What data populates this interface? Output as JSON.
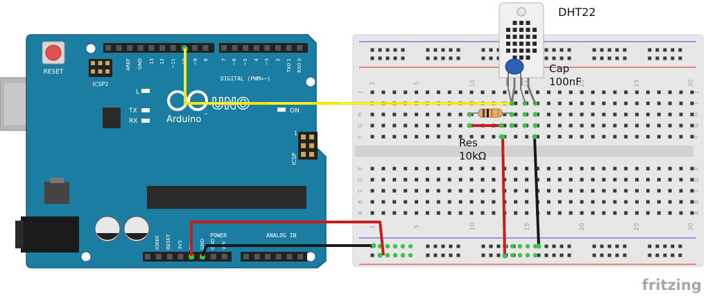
{
  "arduino": {
    "brand": "Arduino",
    "logo_sub": "™",
    "model": "UNO",
    "reset_label": "RESET",
    "icsp2_label": "ICSP2",
    "icsp_label": "ICSP",
    "icsp_pin1": "1",
    "digital_label": "DIGITAL (PWM=~)",
    "power_label": "POWER",
    "analog_label": "ANALOG IN",
    "led_l": "L",
    "led_tx": "TX",
    "led_rx": "RX",
    "led_on": "ON",
    "top_pins": [
      "AREF",
      "GND",
      "13",
      "12",
      "~11",
      "~10",
      "~9",
      "8",
      "7",
      "~6",
      "~5",
      "4",
      "~3",
      "2",
      "TX0 1",
      "RX0 0"
    ],
    "power_pins": [
      "IOREF",
      "RESET",
      "3V3",
      "5V",
      "GND",
      "GND",
      "VIN"
    ],
    "board_color": "#1c7da3"
  },
  "breadboard": {
    "col_labels": [
      "1",
      "5",
      "10",
      "15",
      "20",
      "25",
      "30"
    ],
    "row_labels_top": [
      "J",
      "I",
      "H",
      "G",
      "F"
    ],
    "row_labels_bottom": [
      "E",
      "D",
      "C",
      "B",
      "A"
    ]
  },
  "components": {
    "sensor_name": "DHT22",
    "cap_label": "Cap",
    "cap_value": "100nF",
    "res_label": "Res",
    "res_value": "10kΩ"
  },
  "wire_colors": {
    "signal": "#f2e600",
    "power": "#c81d1d",
    "ground": "#1a1a1a"
  },
  "watermark": "fritzing"
}
